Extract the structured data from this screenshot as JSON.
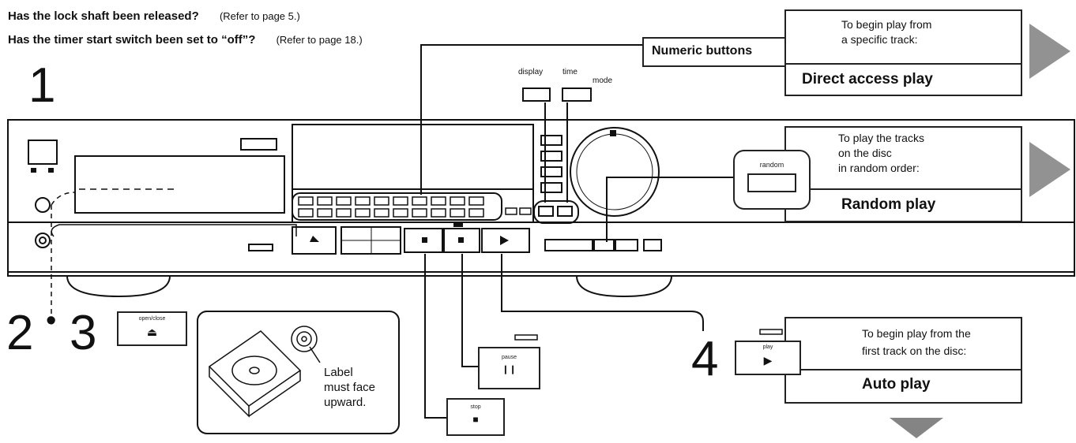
{
  "questions": [
    {
      "text": "Has the lock shaft been released?",
      "ref": "(Refer to page 5.)"
    },
    {
      "text": "Has the timer start switch been set to “off”?",
      "ref": "(Refer to page 18.)"
    }
  ],
  "step_numbers": {
    "s1": "1",
    "s2": "2",
    "dot": "•",
    "s3": "3",
    "s4": "4"
  },
  "numeric_label": "Numeric buttons",
  "display_labels": {
    "display": "display",
    "time": "time",
    "mode": "mode"
  },
  "modes": {
    "direct": {
      "desc": [
        "To begin play from",
        "a specific track:"
      ],
      "title": "Direct access play"
    },
    "random": {
      "desc": [
        "To play the tracks",
        "on the disc",
        "in random order:"
      ],
      "title": "Random play"
    },
    "auto": {
      "desc": [
        "To begin play from the",
        "first track on the disc:"
      ],
      "title": "Auto play"
    }
  },
  "buttons": {
    "open_close": "open/close",
    "random": "random",
    "play": "play",
    "pause": "pause",
    "stop": "stop"
  },
  "symbols": {
    "eject": "⏏",
    "play": "▶",
    "pause": "❙❙",
    "stop": "■"
  },
  "disc_note": [
    "Label",
    "must face",
    "upward."
  ]
}
